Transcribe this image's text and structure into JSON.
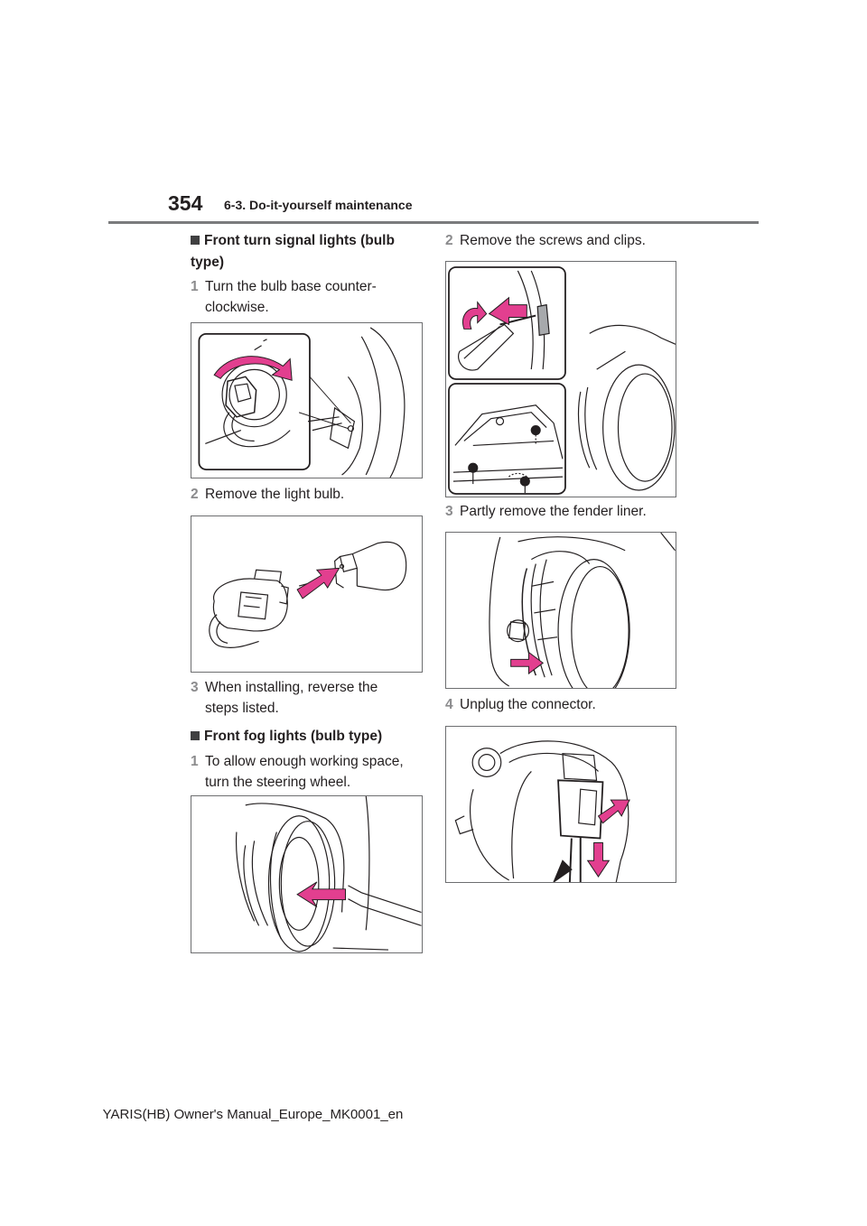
{
  "header": {
    "page_number": "354",
    "section": "6-3. Do-it-yourself maintenance"
  },
  "left_column": {
    "turn_signal": {
      "heading_line1": "Front turn signal lights (bulb",
      "heading_line2": "type)",
      "steps": [
        {
          "num": "1",
          "line1": "Turn the bulb base counter-",
          "line2": "clockwise."
        },
        {
          "num": "2",
          "line1": "Remove the light bulb."
        },
        {
          "num": "3",
          "line1": "When installing, reverse the",
          "line2": "steps listed."
        }
      ]
    },
    "fog_lights": {
      "heading": "Front fog lights (bulb type)",
      "steps": [
        {
          "num": "1",
          "line1": "To allow enough working space,",
          "line2": "turn the steering wheel."
        }
      ]
    }
  },
  "right_column": {
    "steps": [
      {
        "num": "2",
        "line1": "Remove the screws and clips."
      },
      {
        "num": "3",
        "line1": "Partly remove the fender liner."
      },
      {
        "num": "4",
        "line1": "Unplug the connector."
      }
    ]
  },
  "colors": {
    "arrow": "#e23f8f",
    "text": "#231f20",
    "step_number": "#8b8b8d",
    "rule": "#7a7b7d"
  },
  "footer": {
    "text": "YARIS(HB) Owner's Manual_Europe_MK0001_en"
  }
}
